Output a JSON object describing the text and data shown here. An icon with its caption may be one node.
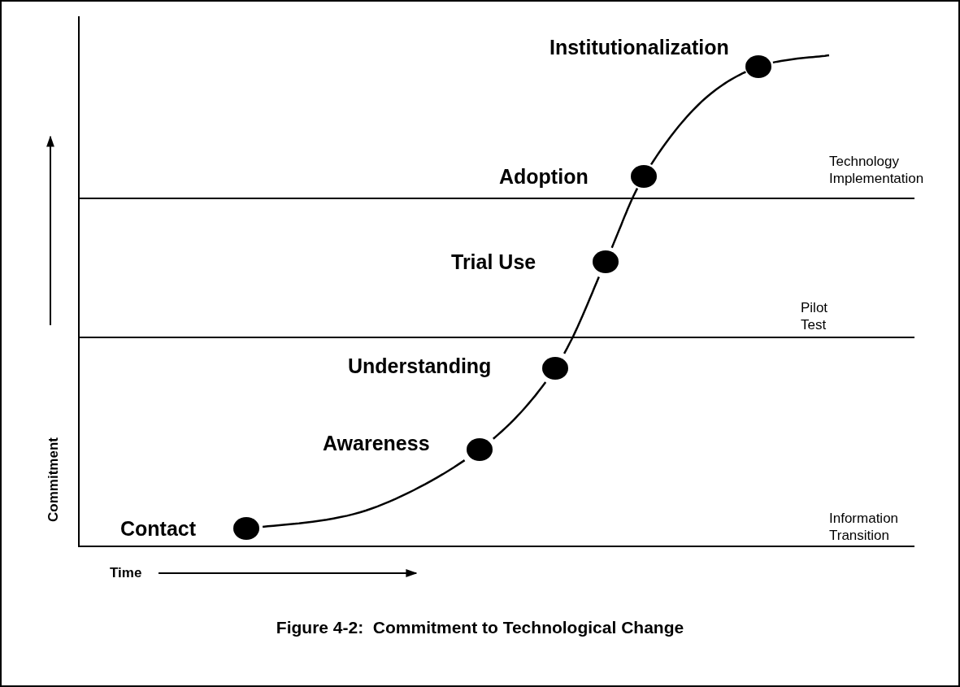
{
  "diagram": {
    "caption": "Figure 4-2:  Commitment to Technological Change",
    "nodes": [
      {
        "text": [
          "Contact"
        ]
      },
      {
        "text": [
          "Awareness"
        ]
      },
      {
        "text": [
          "Understanding"
        ]
      },
      {
        "text": [
          "Trial Use"
        ]
      },
      {
        "text": [
          "Adoption"
        ]
      },
      {
        "text": [
          "Institutionalization"
        ]
      }
    ],
    "edges": [
      {
        "from": 0,
        "to": 1,
        "arrow": "none"
      },
      {
        "from": 1,
        "to": 2,
        "arrow": "none"
      },
      {
        "from": 2,
        "to": 3,
        "arrow": "none"
      },
      {
        "from": 3,
        "to": 4,
        "arrow": "none"
      },
      {
        "from": 4,
        "to": 5,
        "arrow": "none"
      },
      {
        "from": 5,
        "to": null,
        "arrow": "none"
      }
    ],
    "labels": [
      "Technology Implementation",
      "Pilot Test",
      "Information Transition",
      "Commitment",
      "Time"
    ]
  }
}
